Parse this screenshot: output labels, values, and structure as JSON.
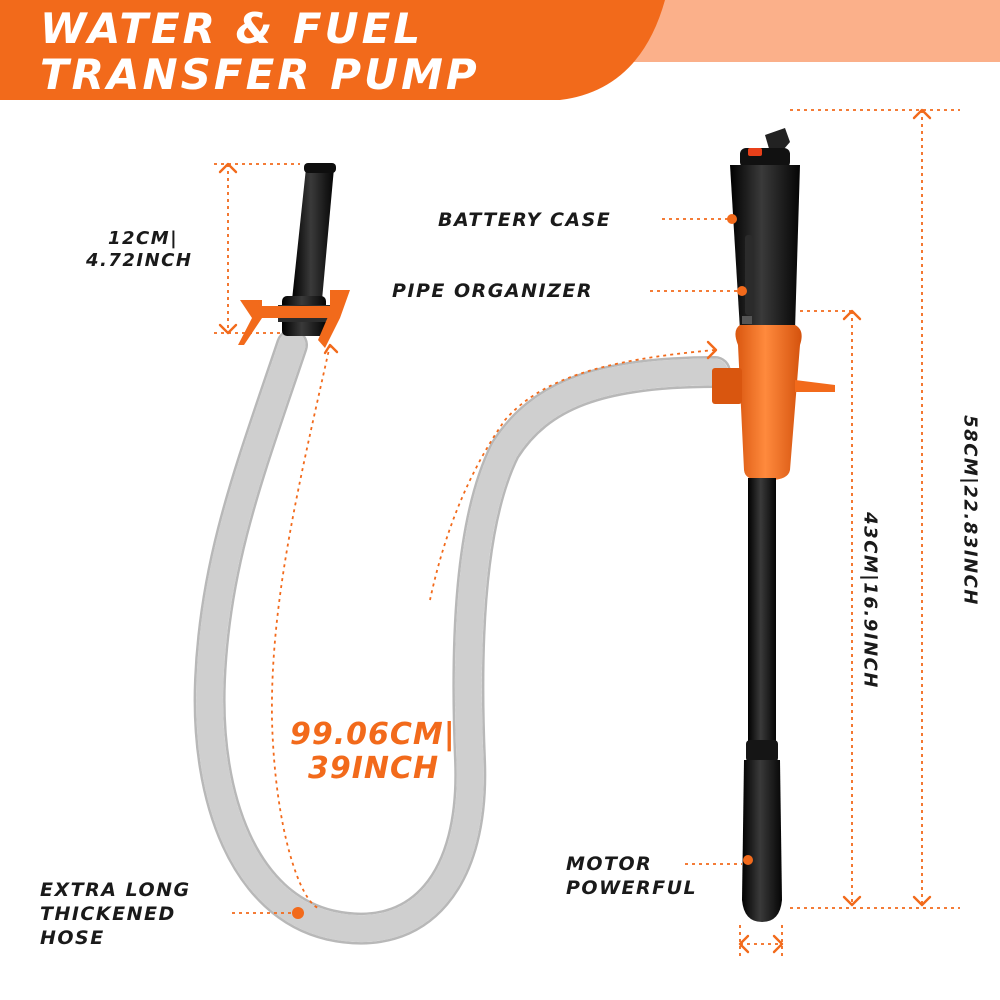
{
  "banner": {
    "line1": "WATER & FUEL",
    "line2": "TRANSFER PUMP",
    "color": "#f26a1b",
    "accent_color": "#fbb08a"
  },
  "labels": {
    "battery_case": "BATTERY CASE",
    "pipe_organizer": "PIPE ORGANIZER",
    "motor_line1": "MOTOR",
    "motor_line2": "POWERFUL",
    "hose_line1": "EXTRA LONG",
    "hose_line2": "THICKENED",
    "hose_line3": "HOSE"
  },
  "dimensions": {
    "nozzle_line1": "12CM|",
    "nozzle_line2": "4.72INCH",
    "hose_length_line1": "99.06CM|",
    "hose_length_line2": "39INCH",
    "tube_length": "43CM|16.9INCH",
    "total_length": "58CM|22.83INCH"
  },
  "colors": {
    "orange": "#f26a1b",
    "black": "#141414",
    "hose": "#e9e9e9"
  }
}
